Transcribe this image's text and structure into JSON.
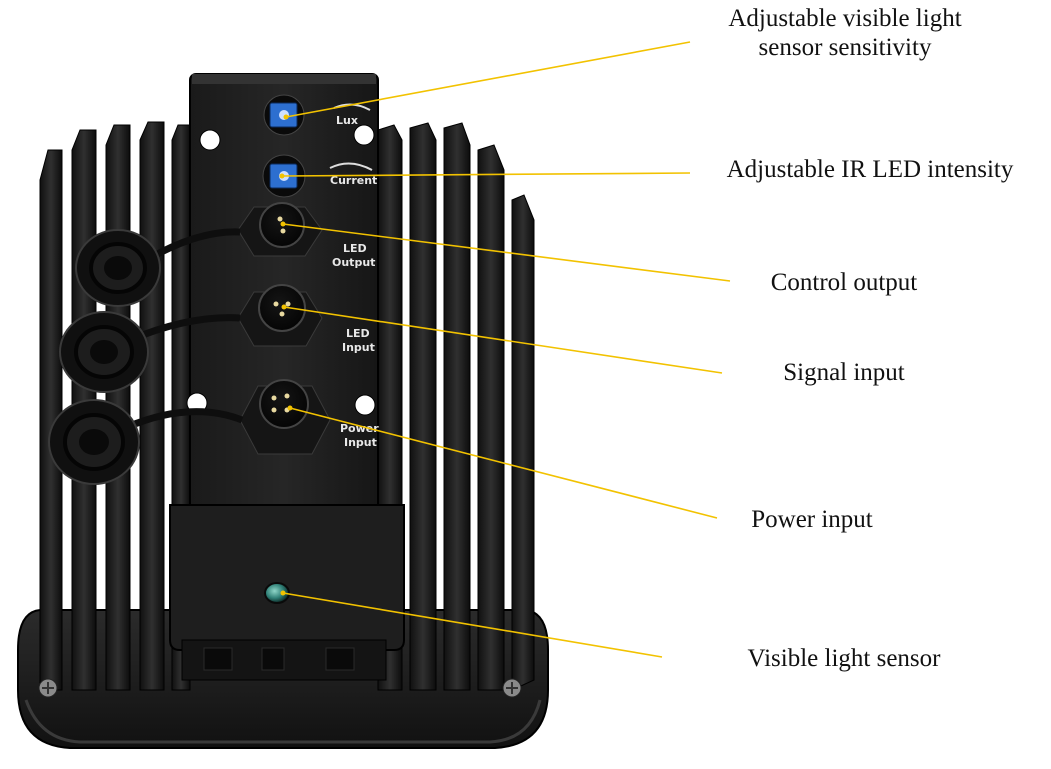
{
  "callouts": {
    "visible_sensitivity": {
      "line1": "Adjustable visible light",
      "line2": "sensor sensitivity"
    },
    "ir_intensity": "Adjustable IR LED intensity",
    "control_output": "Control output",
    "signal_input": "Signal input",
    "power_input": "Power input",
    "visible_sensor": "Visible light sensor"
  },
  "panel_labels": {
    "lux": "Lux",
    "current": "Current",
    "led_output": {
      "line1": "LED",
      "line2": "Output"
    },
    "led_input": {
      "line1": "LED",
      "line2": "Input"
    },
    "power_input": {
      "line1": "Power",
      "line2": "Input"
    }
  },
  "colors": {
    "leader_line": "#f2c200",
    "device_body": "#1c1c1c",
    "trimpot": "#2d6fd0",
    "text": "#111111"
  }
}
